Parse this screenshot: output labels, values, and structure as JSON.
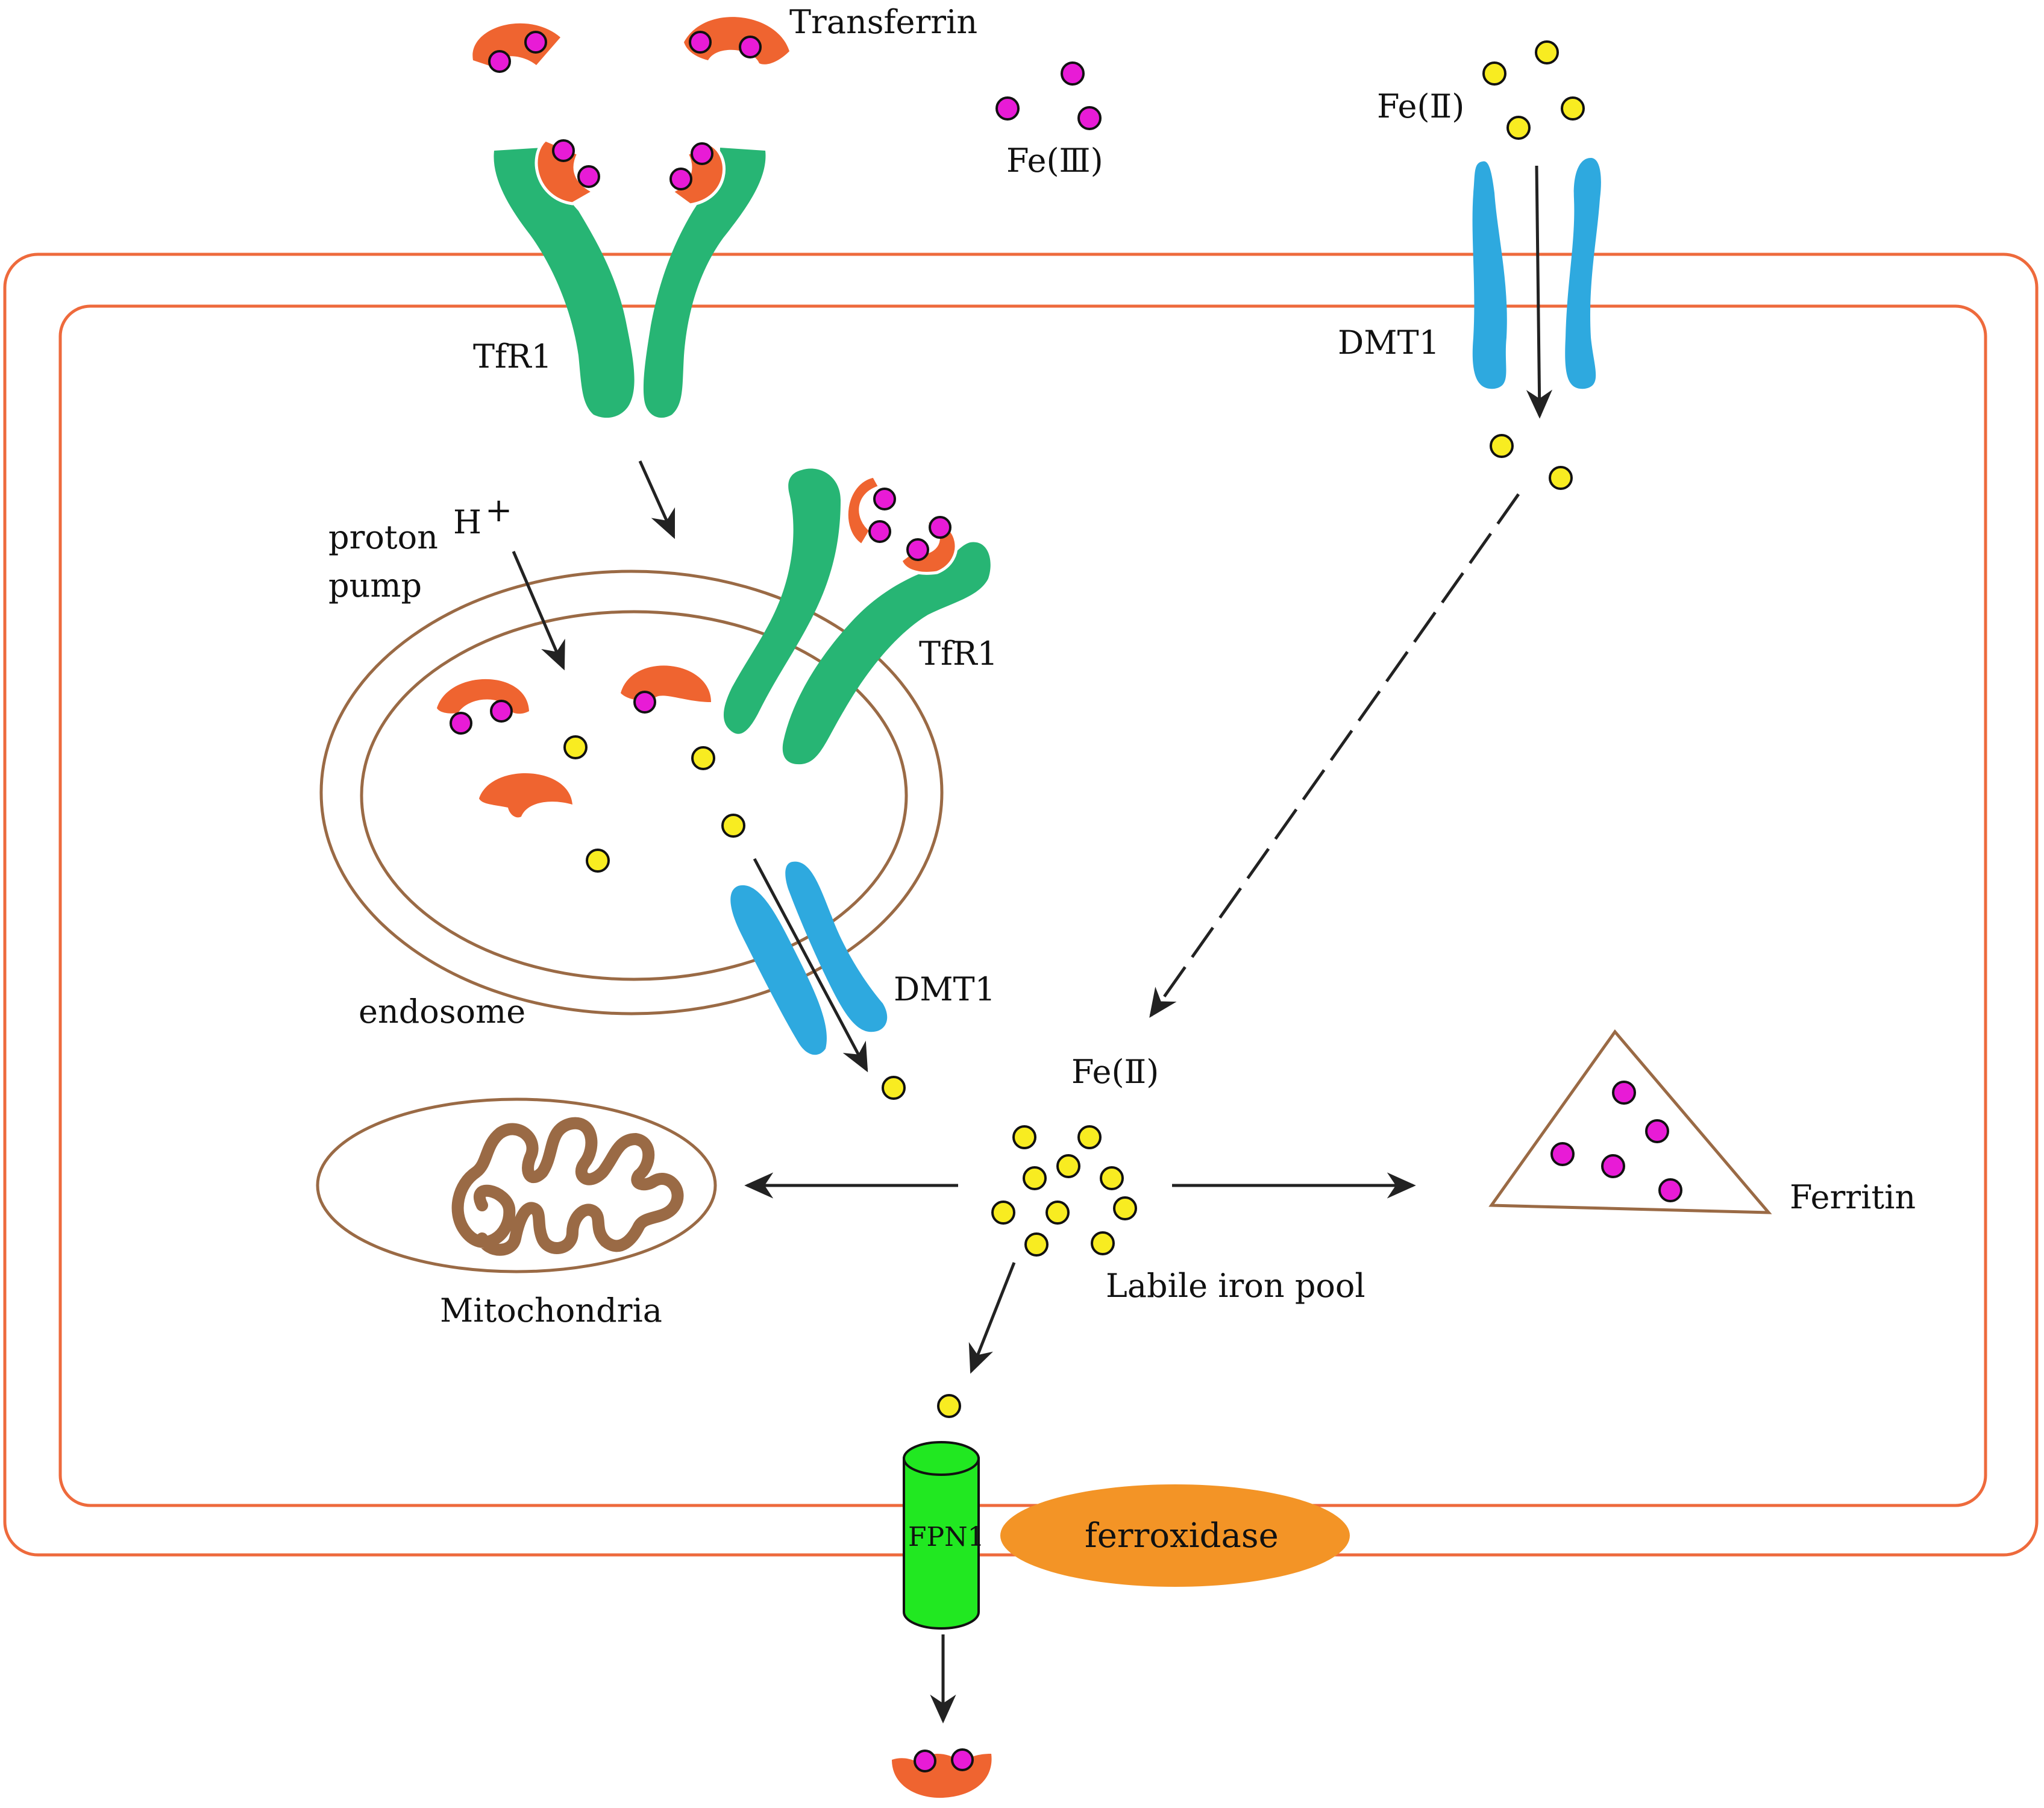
{
  "labels": {
    "transferrin": "Transferrin",
    "fe3": "Fe(Ⅲ)",
    "fe2_top": "Fe(Ⅱ)",
    "tfr1_top": "TfR1",
    "dmt1_top": "DMT1",
    "proton_pump_line1": "proton",
    "proton_pump_line2": "pump",
    "h_plus": "H",
    "plus_sign": "+",
    "tfr1_endosome": "TfR1",
    "dmt1_endosome": "DMT1",
    "endosome": "endosome",
    "fe2_pool": "Fe(Ⅱ)",
    "labile_iron_pool": "Labile iron pool",
    "mitochondria": "Mitochondria",
    "ferritin": "Ferritin",
    "fpn1": "FPN1",
    "ferroxidase": "ferroxidase"
  },
  "colors": {
    "membrane": "#ee6a3c",
    "transferrin": "#ef6430",
    "fe3_ion": "#e81bd6",
    "fe2_ion": "#f8ec21",
    "tfr1": "#27b574",
    "dmt1": "#2ea9df",
    "endosome_membrane": "#9a6a45",
    "mitochondria": "#9a6a45",
    "fpn1": "#21e821",
    "ferroxidase": "#f39426",
    "arrow": "#222222"
  }
}
